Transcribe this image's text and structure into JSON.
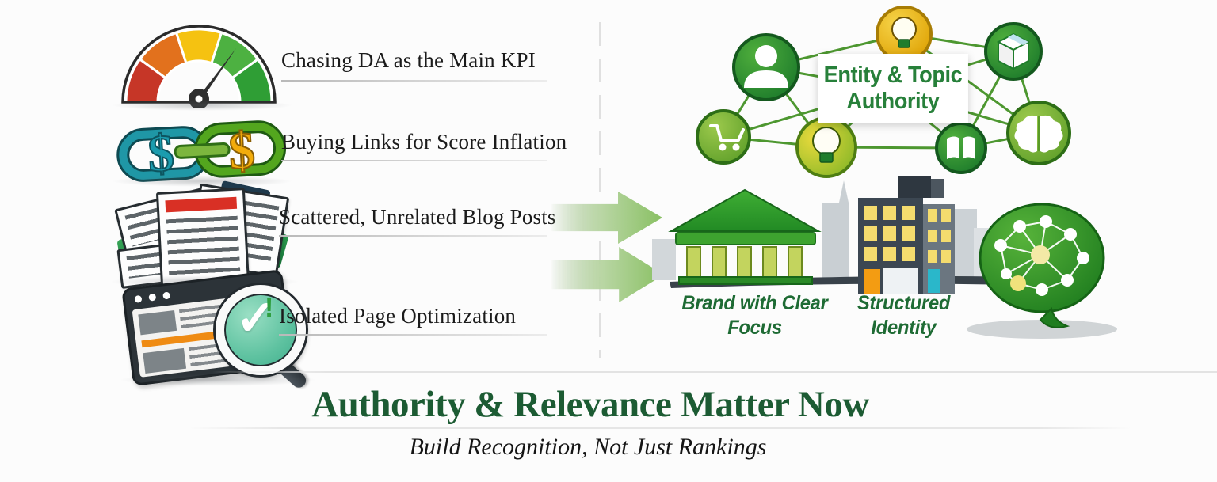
{
  "left_panel": {
    "items": [
      {
        "icon": "gauge-icon",
        "label": "Chasing DA as the Main KPI"
      },
      {
        "icon": "dollar-chain-icon",
        "label": "Buying Links for Score Inflation"
      },
      {
        "icon": "scattered-papers-icon",
        "label": "Scattered, Unrelated Blog Posts"
      },
      {
        "icon": "page-magnifier-icon",
        "label": "Isolated Page Optimization",
        "alert": "!"
      }
    ]
  },
  "right_panel": {
    "network": {
      "center_label": "Entity & Topic Authority",
      "nodes": [
        "person",
        "lightbulb",
        "cube",
        "shopping-cart",
        "lightbulb",
        "open-book",
        "brain"
      ]
    },
    "outcomes": [
      {
        "icon": "bank-building-icon",
        "label": "Brand with Clear Focus"
      },
      {
        "icon": "office-building-icon",
        "label": "Structured Identity"
      },
      {
        "icon": "brain-network-icon",
        "label": ""
      }
    ]
  },
  "footer": {
    "title": "Authority & Relevance Matter Now",
    "subtitle": "Build Recognition, Not Just Rankings"
  },
  "colors": {
    "title_green": "#1c5b33",
    "entity_green": "#27803a",
    "building_label_green": "#1e6b34",
    "node_green_dark": "#1f7d2c",
    "node_green_light": "#7cb33e",
    "gold": "#eab40c",
    "gauge_red": "#c63627",
    "gauge_orange": "#e2711d",
    "gauge_yellow": "#f5c211",
    "gauge_green": "#4db141",
    "arrow_green": "#89c063",
    "label_black": "#1b1b1b"
  }
}
